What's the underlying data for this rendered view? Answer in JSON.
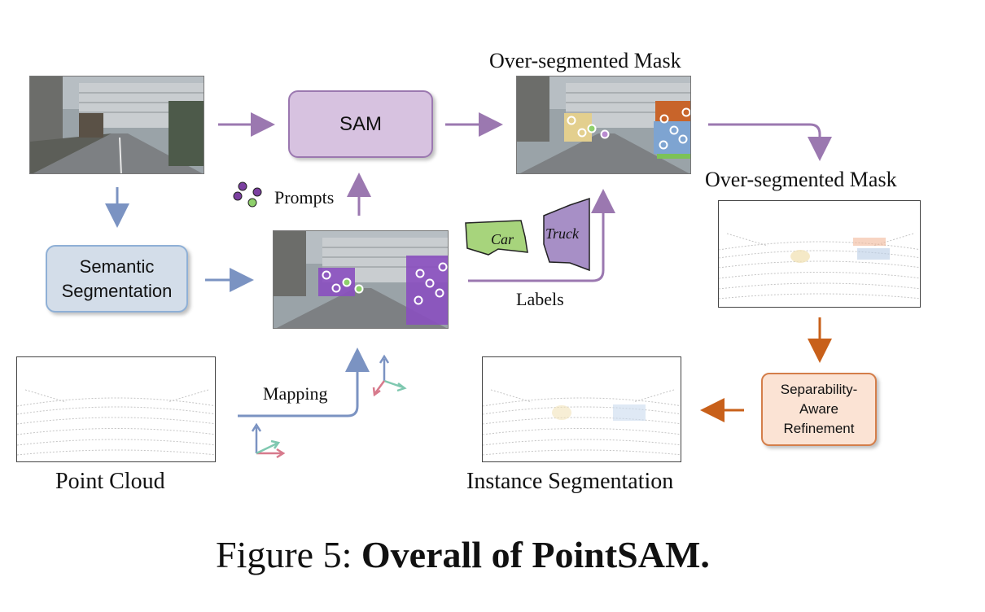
{
  "diagram": {
    "sam_label": "SAM",
    "semantic_seg_label_line1": "Semantic",
    "semantic_seg_label_line2": "Segmentation",
    "refine_line1": "Separability-",
    "refine_line2": "Aware",
    "refine_line3": "Refinement",
    "overseg_title_top": "Over-segmented Mask",
    "overseg_title_right": "Over-segmented Mask",
    "prompts_label": "Prompts",
    "labels_label": "Labels",
    "mapping_label": "Mapping",
    "point_cloud_label": "Point Cloud",
    "instance_seg_label": "Instance Segmentation",
    "car_tag": "Car",
    "truck_tag": "Truck"
  },
  "caption": {
    "prefix": "Figure 5: ",
    "title": "Overall of PointSAM."
  },
  "colors": {
    "purple_arrow": "#9b78b0",
    "blue_arrow": "#7b93c2",
    "orange_arrow": "#c8601a",
    "sam_fill": "#d7c2e0",
    "semseg_fill": "#d3dde9",
    "refine_fill": "#fbe3d4",
    "car_green": "#a7d47c",
    "truck_purple": "#a78fc6"
  }
}
